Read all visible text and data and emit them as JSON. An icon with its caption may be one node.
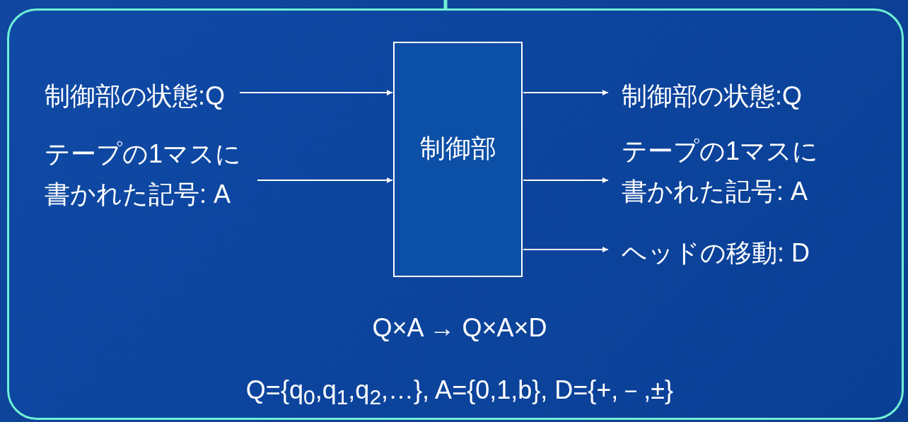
{
  "diagram": {
    "nodes": [
      {
        "text": [],
        "shape": "box"
      },
      {
        "text": [
          "制御部の状態:Q"
        ],
        "in": 0
      },
      {
        "text": [
          "テープの1マスに書かれた記号: A"
        ],
        "in": 0
      },
      {
        "text": [
          "制御部"
        ],
        "in": 0
      },
      {
        "text": [
          "制御部の状態:Q"
        ],
        "in": 0
      },
      {
        "text": [
          "テープの1マスに書かれた記号: A"
        ],
        "in": 0
      },
      {
        "text": [
          "ヘッドの移動: D"
        ],
        "in": 0
      }
    ],
    "edges": [
      {
        "from": null,
        "to": 0,
        "arrow": "none",
        "style": "thick",
        "color": "#6ff0d4"
      },
      {
        "from": 1,
        "to": 3,
        "arrow": "to"
      },
      {
        "from": 2,
        "to": 3,
        "arrow": "to"
      },
      {
        "from": 3,
        "to": 4,
        "arrow": "to"
      },
      {
        "from": 3,
        "to": 5,
        "arrow": "to"
      },
      {
        "from": 3,
        "to": 6,
        "arrow": "to"
      }
    ],
    "labels": [
      "Q×A → Q×A×D",
      "Q={q$_{0}$,q$_{1}$,q$_{2}$,…}, A={0,1,b}, D={+,－,±}"
    ]
  }
}
